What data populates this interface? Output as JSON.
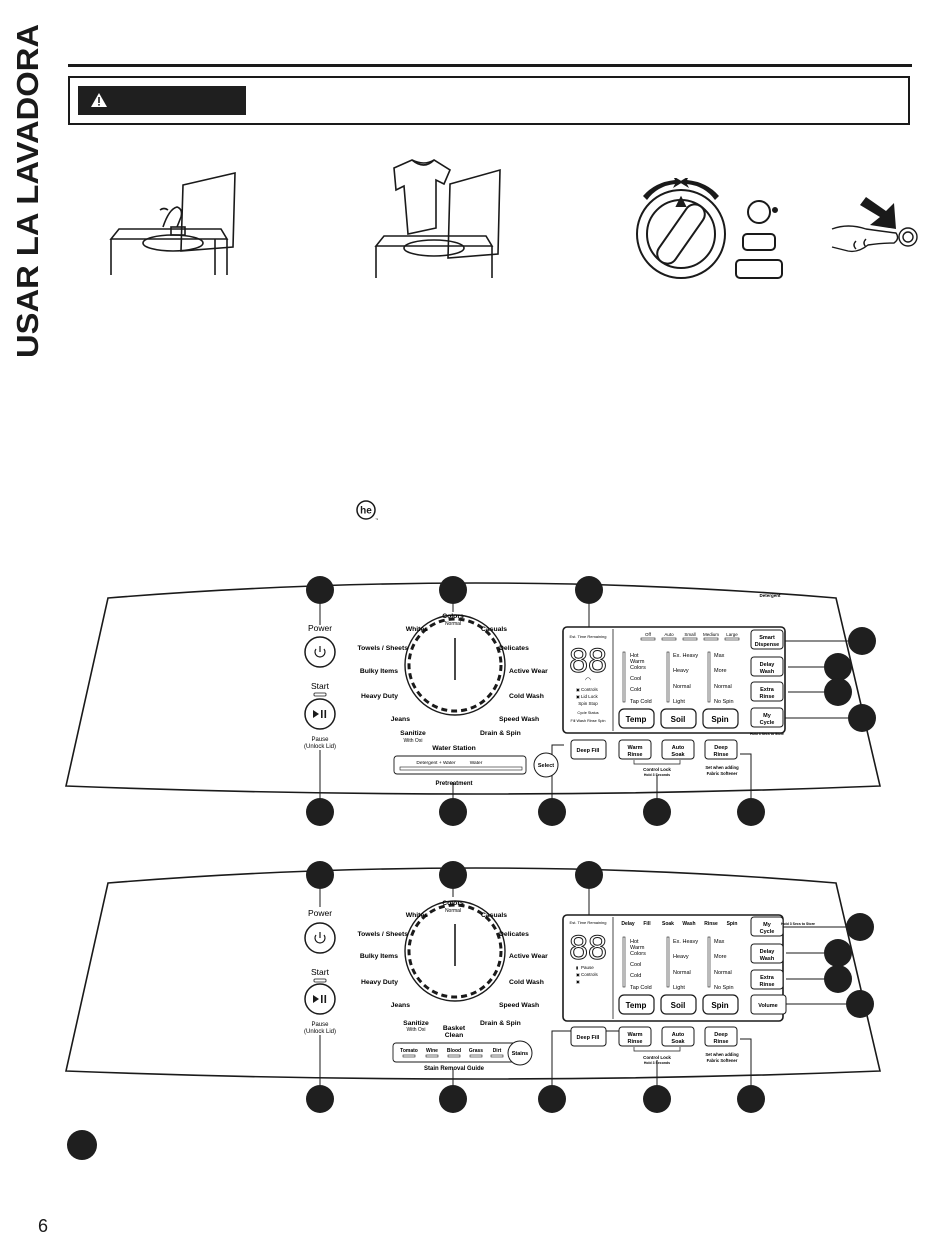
{
  "side_title": "USAR LA LAVADORA",
  "warning_label": "",
  "page_number": "6",
  "icons": {
    "warning": "warning-triangle-icon",
    "he": "he-logo-icon",
    "power": "power-icon",
    "play_pause": "play-pause-icon"
  },
  "panel1": {
    "power": "Power",
    "start": "Start",
    "pause": "Pause",
    "unlock": "(Unlock Lid)",
    "cycles": {
      "colors": "Colors",
      "normal": "Normal",
      "whites": "Whites",
      "casuals": "Casuals",
      "towels": "Towels / Sheets",
      "delicates": "Delicates",
      "bulky": "Bulky Items",
      "active": "Active Wear",
      "heavy": "Heavy Duty",
      "cold_wash": "Cold Wash",
      "jeans": "Jeans",
      "speed": "Speed Wash",
      "sanitize": "Sanitize",
      "with_oxi": "With Oxi",
      "drain": "Drain & Spin"
    },
    "water_station": "Water Station",
    "detergent_water": "Detergent + Water",
    "water": "Water",
    "select": "Select",
    "pretreatment": "Pretreatment",
    "est_time": "Est. Time Remaining",
    "display": "88",
    "status": {
      "controls": "Controls",
      "lid_lock": "Lid Lock",
      "spin_stop": "Spin Stop",
      "cycle_status": "Cycle Status",
      "phases": "Fill  Wash  Rinse  Spin"
    },
    "detergent_header": "Detergent",
    "detergent_levels": [
      "Off",
      "Auto",
      "Small",
      "Medium",
      "Large"
    ],
    "temp_options": [
      "Hot",
      "Warm",
      "Colors",
      "Cool",
      "Cold",
      "Tap Cold"
    ],
    "soil_options": [
      "Ex. Heavy",
      "Heavy",
      "Normal",
      "Light"
    ],
    "spin_options": [
      "Max",
      "More",
      "Normal",
      "No Spin"
    ],
    "btn_temp": "Temp",
    "btn_soil": "Soil",
    "btn_spin": "Spin",
    "smart1": "Smart",
    "smart2": "Dispense",
    "delay1": "Delay",
    "delay2": "Wash",
    "extra1": "Extra",
    "extra2": "Rinse",
    "my1": "My",
    "my2": "Cycle",
    "hold_store": "Hold 3 Secs to Store",
    "deep_fill": "Deep Fill",
    "warm1": "Warm",
    "warm2": "Rinse",
    "auto1": "Auto",
    "auto2": "Soak",
    "deep1": "Deep",
    "deep2": "Rinse",
    "control_lock": "Control Lock",
    "hold_3": "Hold 3 Seconds",
    "set_when": "Set when adding",
    "fabric_softener": "Fabric Softener"
  },
  "panel2": {
    "power": "Power",
    "start": "Start",
    "pause": "Pause",
    "unlock": "(Unlock Lid)",
    "cycles": {
      "colors": "Colors",
      "normal": "Normal",
      "whites": "Whites",
      "casuals": "Casuals",
      "towels": "Towels / Sheets",
      "delicates": "Delicates",
      "bulky": "Bulky Items",
      "active": "Active Wear",
      "heavy": "Heavy Duty",
      "cold_wash": "Cold Wash",
      "jeans": "Jeans",
      "speed": "Speed Wash",
      "sanitize": "Sanitize",
      "with_oxi": "With Oxi",
      "basket1": "Basket",
      "basket2": "Clean",
      "drain": "Drain & Spin"
    },
    "stains": [
      "Tomato",
      "Wine",
      "Blood",
      "Grass",
      "Dirt"
    ],
    "stains_btn": "Stains",
    "stain_guide": "Stain Removal Guide",
    "est_time": "Est. Time Remaining",
    "display": "88",
    "phases": [
      "Delay",
      "Fill",
      "Soak",
      "Wash",
      "Rinse",
      "Spin"
    ],
    "status": {
      "pause": "Pause",
      "controls": "Controls"
    },
    "temp_options": [
      "Hot",
      "Warm",
      "Colors",
      "Cool",
      "Cold",
      "Tap Cold"
    ],
    "soil_options": [
      "Ex. Heavy",
      "Heavy",
      "Normal",
      "Light"
    ],
    "spin_options": [
      "Max",
      "More",
      "Normal",
      "No Spin"
    ],
    "btn_temp": "Temp",
    "btn_soil": "Soil",
    "btn_spin": "Spin",
    "my1": "My",
    "my2": "Cycle",
    "hold_store": "Hold 3 Secs to Store",
    "delay1": "Delay",
    "delay2": "Wash",
    "extra1": "Extra",
    "extra2": "Rinse",
    "volume": "Volume",
    "deep_fill": "Deep Fill",
    "warm1": "Warm",
    "warm2": "Rinse",
    "auto1": "Auto",
    "auto2": "Soak",
    "deep1": "Deep",
    "deep2": "Rinse",
    "control_lock": "Control Lock",
    "hold_3": "Hold 3 Seconds",
    "set_when": "Set when adding",
    "fabric_softener": "Fabric Softener"
  }
}
